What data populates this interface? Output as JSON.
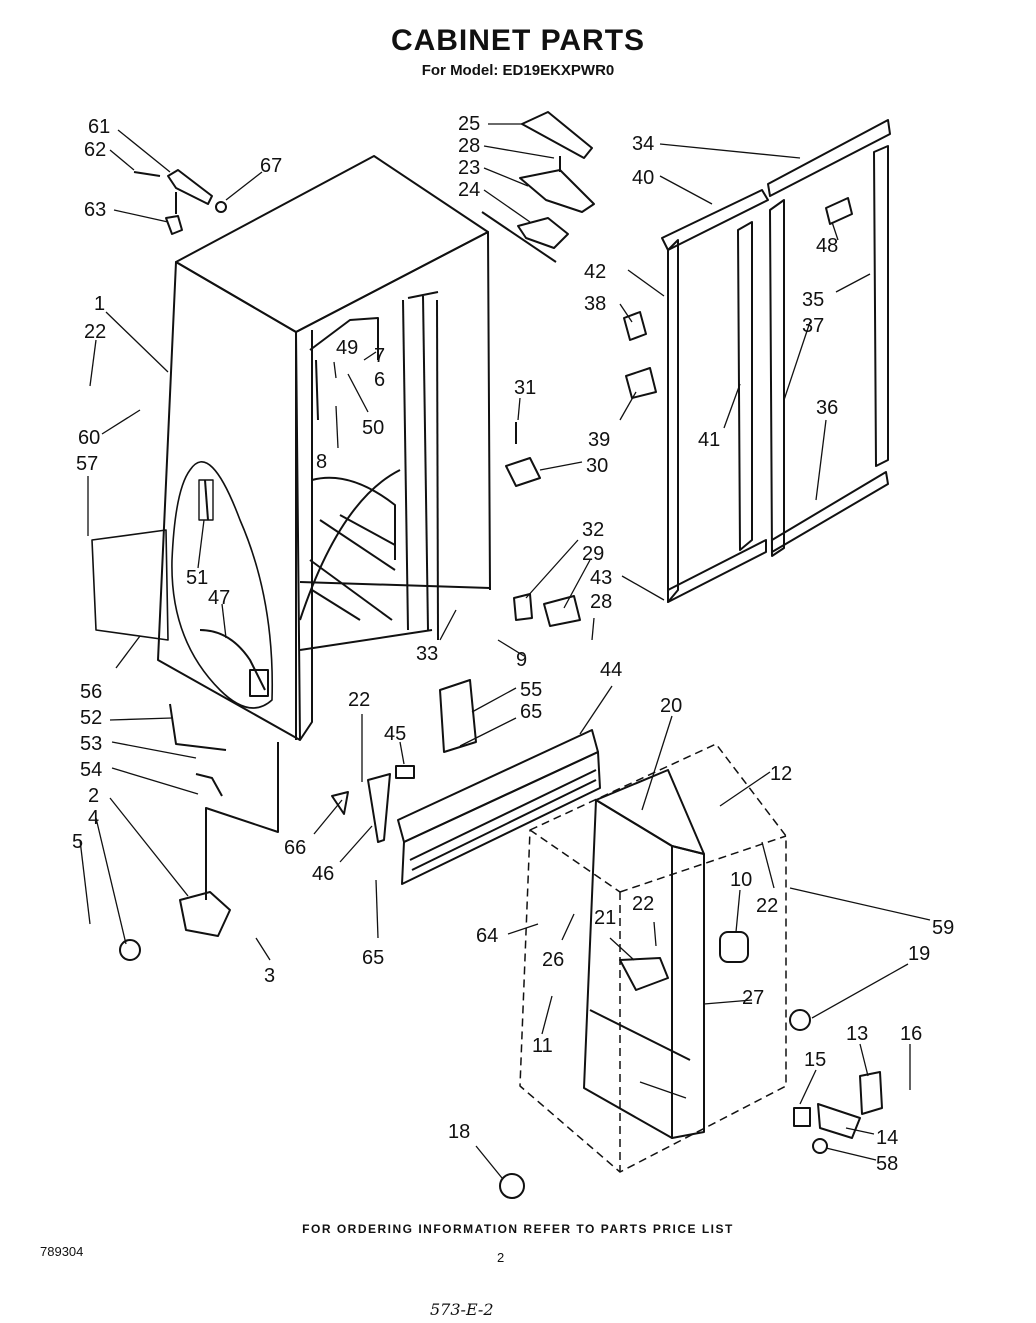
{
  "title": "CABINET PARTS",
  "subtitle": "For Model: ED19EKXPWR0",
  "footer_note": "FOR ORDERING INFORMATION REFER TO PARTS PRICE LIST",
  "doc_number": "789304",
  "page_number": "2",
  "handwritten_code": "573-E-2",
  "callouts": [
    "61",
    "62",
    "63",
    "67",
    "25",
    "28",
    "23",
    "24",
    "34",
    "40",
    "1",
    "22",
    "60",
    "57",
    "49",
    "7",
    "6",
    "50",
    "8",
    "48",
    "42",
    "38",
    "35",
    "37",
    "31",
    "39",
    "30",
    "41",
    "36",
    "51",
    "47",
    "56",
    "32",
    "29",
    "43",
    "28",
    "33",
    "9",
    "55",
    "44",
    "52",
    "53",
    "54",
    "22",
    "45",
    "65",
    "20",
    "12",
    "2",
    "4",
    "5",
    "3",
    "66",
    "46",
    "65",
    "10",
    "22",
    "59",
    "64",
    "26",
    "21",
    "22",
    "19",
    "11",
    "27",
    "13",
    "16",
    "15",
    "14",
    "58",
    "18"
  ]
}
